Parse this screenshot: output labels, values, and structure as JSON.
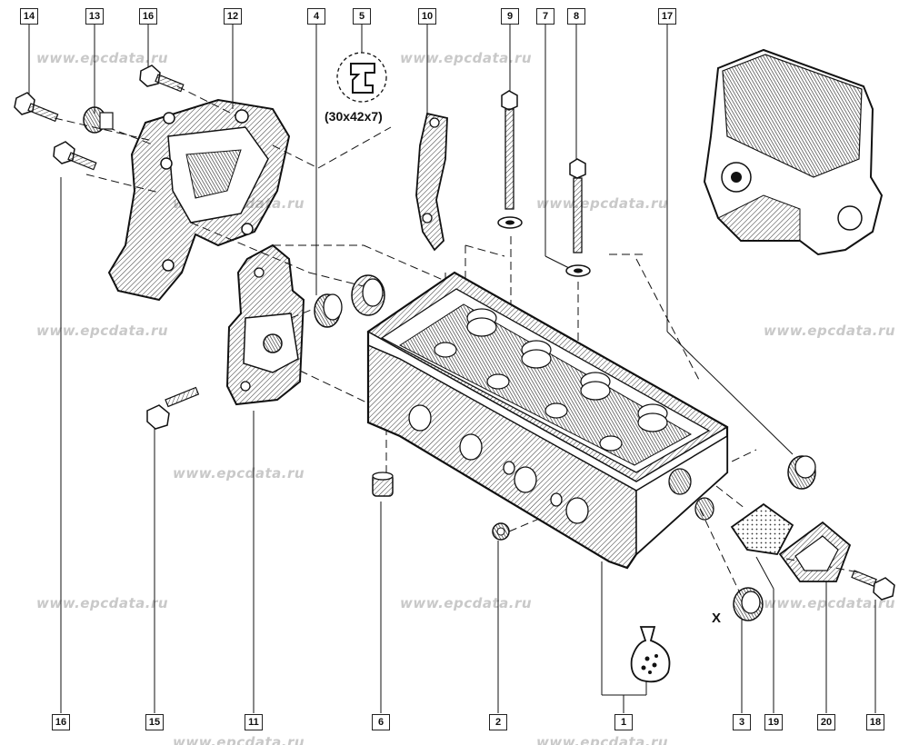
{
  "watermark": "www.epcdata.ru",
  "seal_note": "(30x42x7)",
  "marker_x": "X",
  "callouts": [
    {
      "id": "c14-top",
      "label": "14"
    },
    {
      "id": "c13-top",
      "label": "13"
    },
    {
      "id": "c16-top",
      "label": "16"
    },
    {
      "id": "c12-top",
      "label": "12"
    },
    {
      "id": "c4-top",
      "label": "4"
    },
    {
      "id": "c5-top",
      "label": "5"
    },
    {
      "id": "c10-top",
      "label": "10"
    },
    {
      "id": "c9-top",
      "label": "9"
    },
    {
      "id": "c7-top",
      "label": "7"
    },
    {
      "id": "c8-top",
      "label": "8"
    },
    {
      "id": "c17-top",
      "label": "17"
    },
    {
      "id": "c16-bot",
      "label": "16"
    },
    {
      "id": "c15-bot",
      "label": "15"
    },
    {
      "id": "c11-bot",
      "label": "11"
    },
    {
      "id": "c6-bot",
      "label": "6"
    },
    {
      "id": "c2-bot",
      "label": "2"
    },
    {
      "id": "c1-bot",
      "label": "1"
    },
    {
      "id": "c3-bot",
      "label": "3"
    },
    {
      "id": "c19-bot",
      "label": "19"
    },
    {
      "id": "c20-bot",
      "label": "20"
    },
    {
      "id": "c18-bot",
      "label": "18"
    }
  ]
}
